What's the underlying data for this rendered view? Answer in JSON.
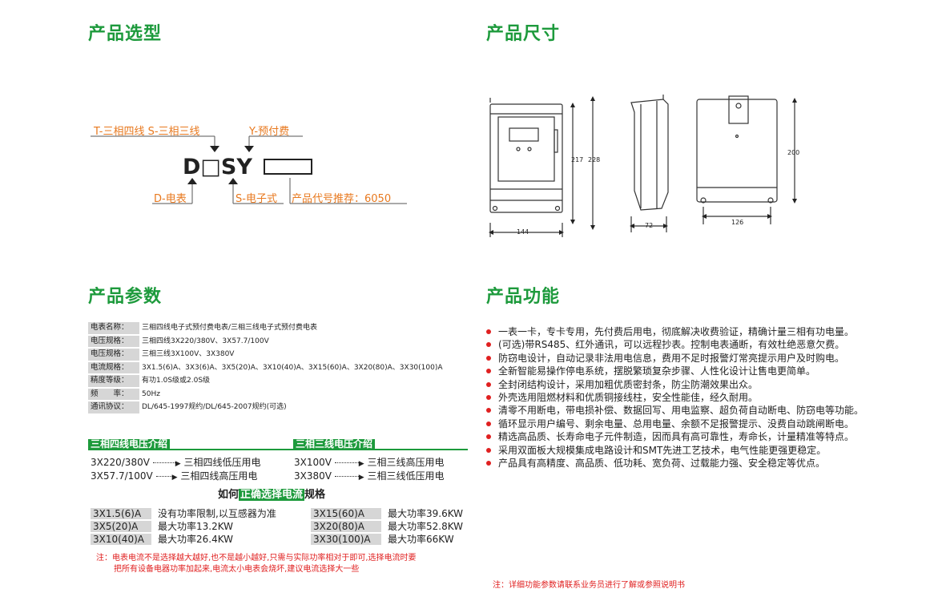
{
  "titles": {
    "selection": "产品选型",
    "dimension": "产品尺寸",
    "params": "产品参数",
    "features": "产品功能"
  },
  "selection": {
    "top_left": "T-三相四线 S-三相三线",
    "top_right": "Y-预付费",
    "code": "D□SY",
    "bottom_left": "D-电表",
    "bottom_mid": "S-电子式",
    "bottom_right": "产品代号推荐：6050"
  },
  "dimensions": {
    "front_h1": "217",
    "front_h2": "228",
    "front_w": "144",
    "side_w": "72",
    "back_h": "200",
    "back_w": "126"
  },
  "params": [
    {
      "k": "电表名称：",
      "v": "三相四线电子式预付费电表/三相三线电子式预付费电表"
    },
    {
      "k": "电压规格：",
      "v": "三相四线3X220/380V、3X57.7/100V"
    },
    {
      "k": "电压规格：",
      "v": "三相三线3X100V、3X380V"
    },
    {
      "k": "电流规格：",
      "v": "3X1.5(6)A、3X3(6)A、3X5(20)A、3X10(40)A、3X15(60)A、3X20(80)A、3X30(100)A"
    },
    {
      "k": "精度等级：",
      "v": "有功1.0S级或2.0S级"
    },
    {
      "k": "频　　率：",
      "v": "50Hz"
    },
    {
      "k": "通讯协议：",
      "v": "DL/645-1997规约/DL/645-2007规约(可选)"
    }
  ],
  "voltage": {
    "four_wire_title": "三相四线电压介绍",
    "three_wire_title": "三相三线电压介绍",
    "four_wire_rows": [
      {
        "a": "3X220/380V",
        "b": "三相四线低压用电"
      },
      {
        "a": "3X57.7/100V",
        "b": "三相四线高压用电"
      }
    ],
    "three_wire_rows": [
      {
        "a": "3X100V",
        "b": "三相三线高压用电"
      },
      {
        "a": "3X380V",
        "b": "三相三线低压用电"
      }
    ]
  },
  "howto": {
    "pre": "如何",
    "hl": "正确选择电流",
    "post": "规格"
  },
  "currents_left": [
    {
      "a": "3X1.5(6)A",
      "b": "没有功率限制,以互感器为准"
    },
    {
      "a": "3X5(20)A",
      "b": "最大功率13.2KW"
    },
    {
      "a": "3X10(40)A",
      "b": "最大功率26.4KW"
    }
  ],
  "currents_right": [
    {
      "a": "3X15(60)A",
      "b": "最大功率39.6KW"
    },
    {
      "a": "3X20(80)A",
      "b": "最大功率52.8KW"
    },
    {
      "a": "3X30(100)A",
      "b": "最大功率66KW"
    }
  ],
  "note_left_1": "注：电表电流不是选择越大越好,也不是越小越好,只需与实际功率相对于即可,选择电流时要",
  "note_left_2": "把所有设备电器功率加起来,电流太小电表会烧坏,建议电流选择大一些",
  "features": [
    "一表一卡，专卡专用，先付费后用电，彻底解决收费验证，精确计量三相有功电量。",
    "(可选)带RS485、红外通讯，可以远程抄表。控制电表通断，有效杜绝恶意欠费。",
    "防窃电设计，自动记录非法用电信息，费用不足时报警灯常亮提示用户及时购电。",
    "全新智能易操作停电系统，摆脱繁琐复杂步骤、人性化设计让售电更简单。",
    "全封闭结构设计，采用加粗优质密封条，防尘防潮效果出众。",
    "外壳选用阻燃材料和优质铜接线柱，安全性能佳，经久耐用。",
    "清零不用断电，带电损补偿、数据回写、用电监察、超负荷自动断电、防窃电等功能。",
    "循环显示用户编号、剩余电量、总用电量、余额不足报警提示、没费自动跳闸断电。",
    "精选高品质、长寿命电子元件制造，因而具有高可靠性，寿命长，计量精准等特点。",
    "采用双面板大规模集成电路设计和SMT先进工艺技术，电气性能更强更稳定。",
    "产品具有高精度、高品质、低功耗、宽负荷、过载能力强、安全稳定等优点。"
  ],
  "note_right": "注：详细功能参数请联系业务员进行了解或参照说明书",
  "colors": {
    "green": "#1d9a3c",
    "orange": "#e8791f",
    "red": "#e02020"
  }
}
